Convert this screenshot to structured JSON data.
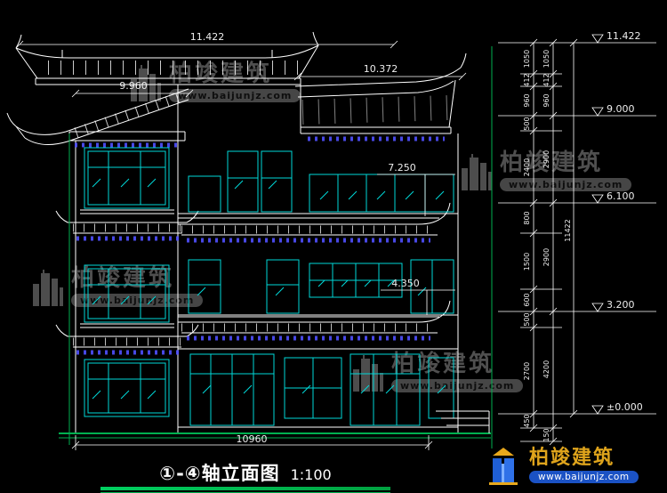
{
  "watermark": {
    "brand": "柏竣建筑",
    "url": "www.baijunjz.com"
  },
  "logo": {
    "brand": "柏竣建筑",
    "url": "www.baijunjz.com"
  },
  "title": {
    "axis": "①-④轴立面图",
    "scale": "1:100"
  },
  "dims": {
    "top_width": "11.422",
    "roof_right": "10.372",
    "roof_left": "9.960",
    "level_upper": "7.250",
    "level_mid": "4.350",
    "bottom_width": "10960",
    "total_height": "11422"
  },
  "levels": [
    "11.422",
    "9.000",
    "6.100",
    "3.200",
    "±0.000"
  ],
  "chain_inner": [
    "1050",
    "412",
    "960",
    "500",
    "2400",
    "800",
    "1500",
    "600",
    "500",
    "2700",
    "450"
  ],
  "chain_outer": [
    "1050",
    "412",
    "960",
    "2900",
    "2900",
    "4200",
    "150"
  ]
}
